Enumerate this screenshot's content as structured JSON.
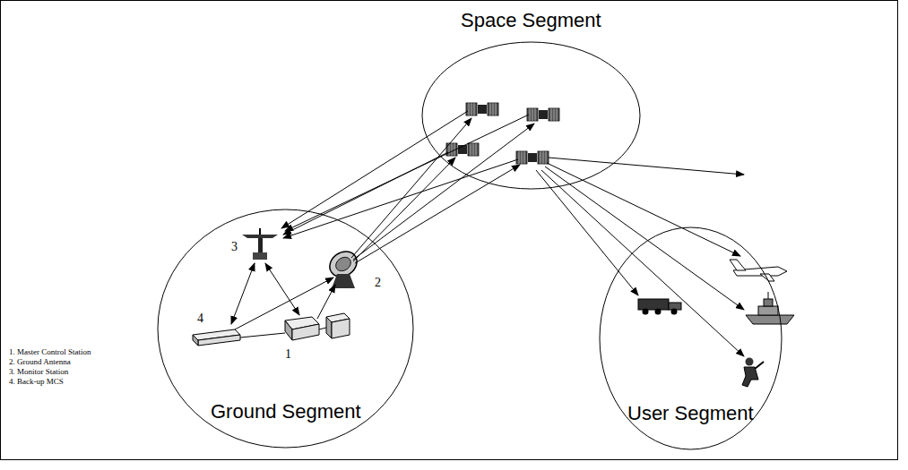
{
  "diagram": {
    "nodes": [
      {
        "text": [
          "Space Segment"
        ]
      },
      {
        "text": [
          "Ground Segment"
        ]
      },
      {
        "text": [
          "User Segment"
        ]
      }
    ],
    "labels": [
      "3",
      "2",
      "4",
      "1",
      "1. Master Control Station",
      "2. Ground Antenna",
      "3. Monitor Station",
      "4. Back-up MCS"
    ]
  }
}
